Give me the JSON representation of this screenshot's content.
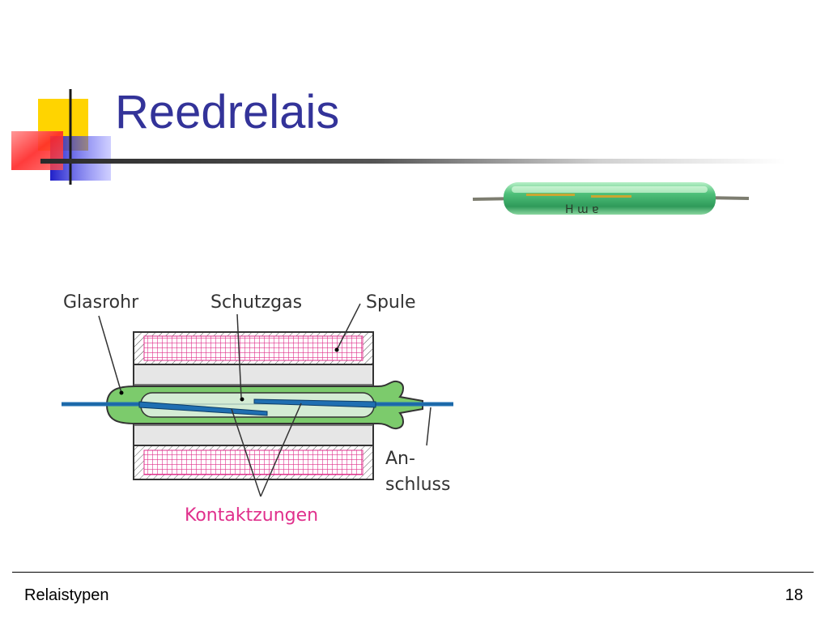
{
  "slide": {
    "title": "Reedrelais",
    "footer_left": "Relaistypen",
    "page_number": "18"
  },
  "diagram": {
    "labels": {
      "glass_tube": "Glasrohr",
      "protective_gas": "Schutzgas",
      "coil": "Spule",
      "terminal_line1": "An-",
      "terminal_line2": "schluss",
      "contact_reeds": "Kontaktzungen"
    },
    "colors": {
      "coil_hatch": "#e0308c",
      "glass": "#7ccb6c",
      "gas": "#d4ecd4",
      "reed": "#1f6fb2",
      "contact_label": "#e0308c",
      "title": "#333399"
    }
  }
}
